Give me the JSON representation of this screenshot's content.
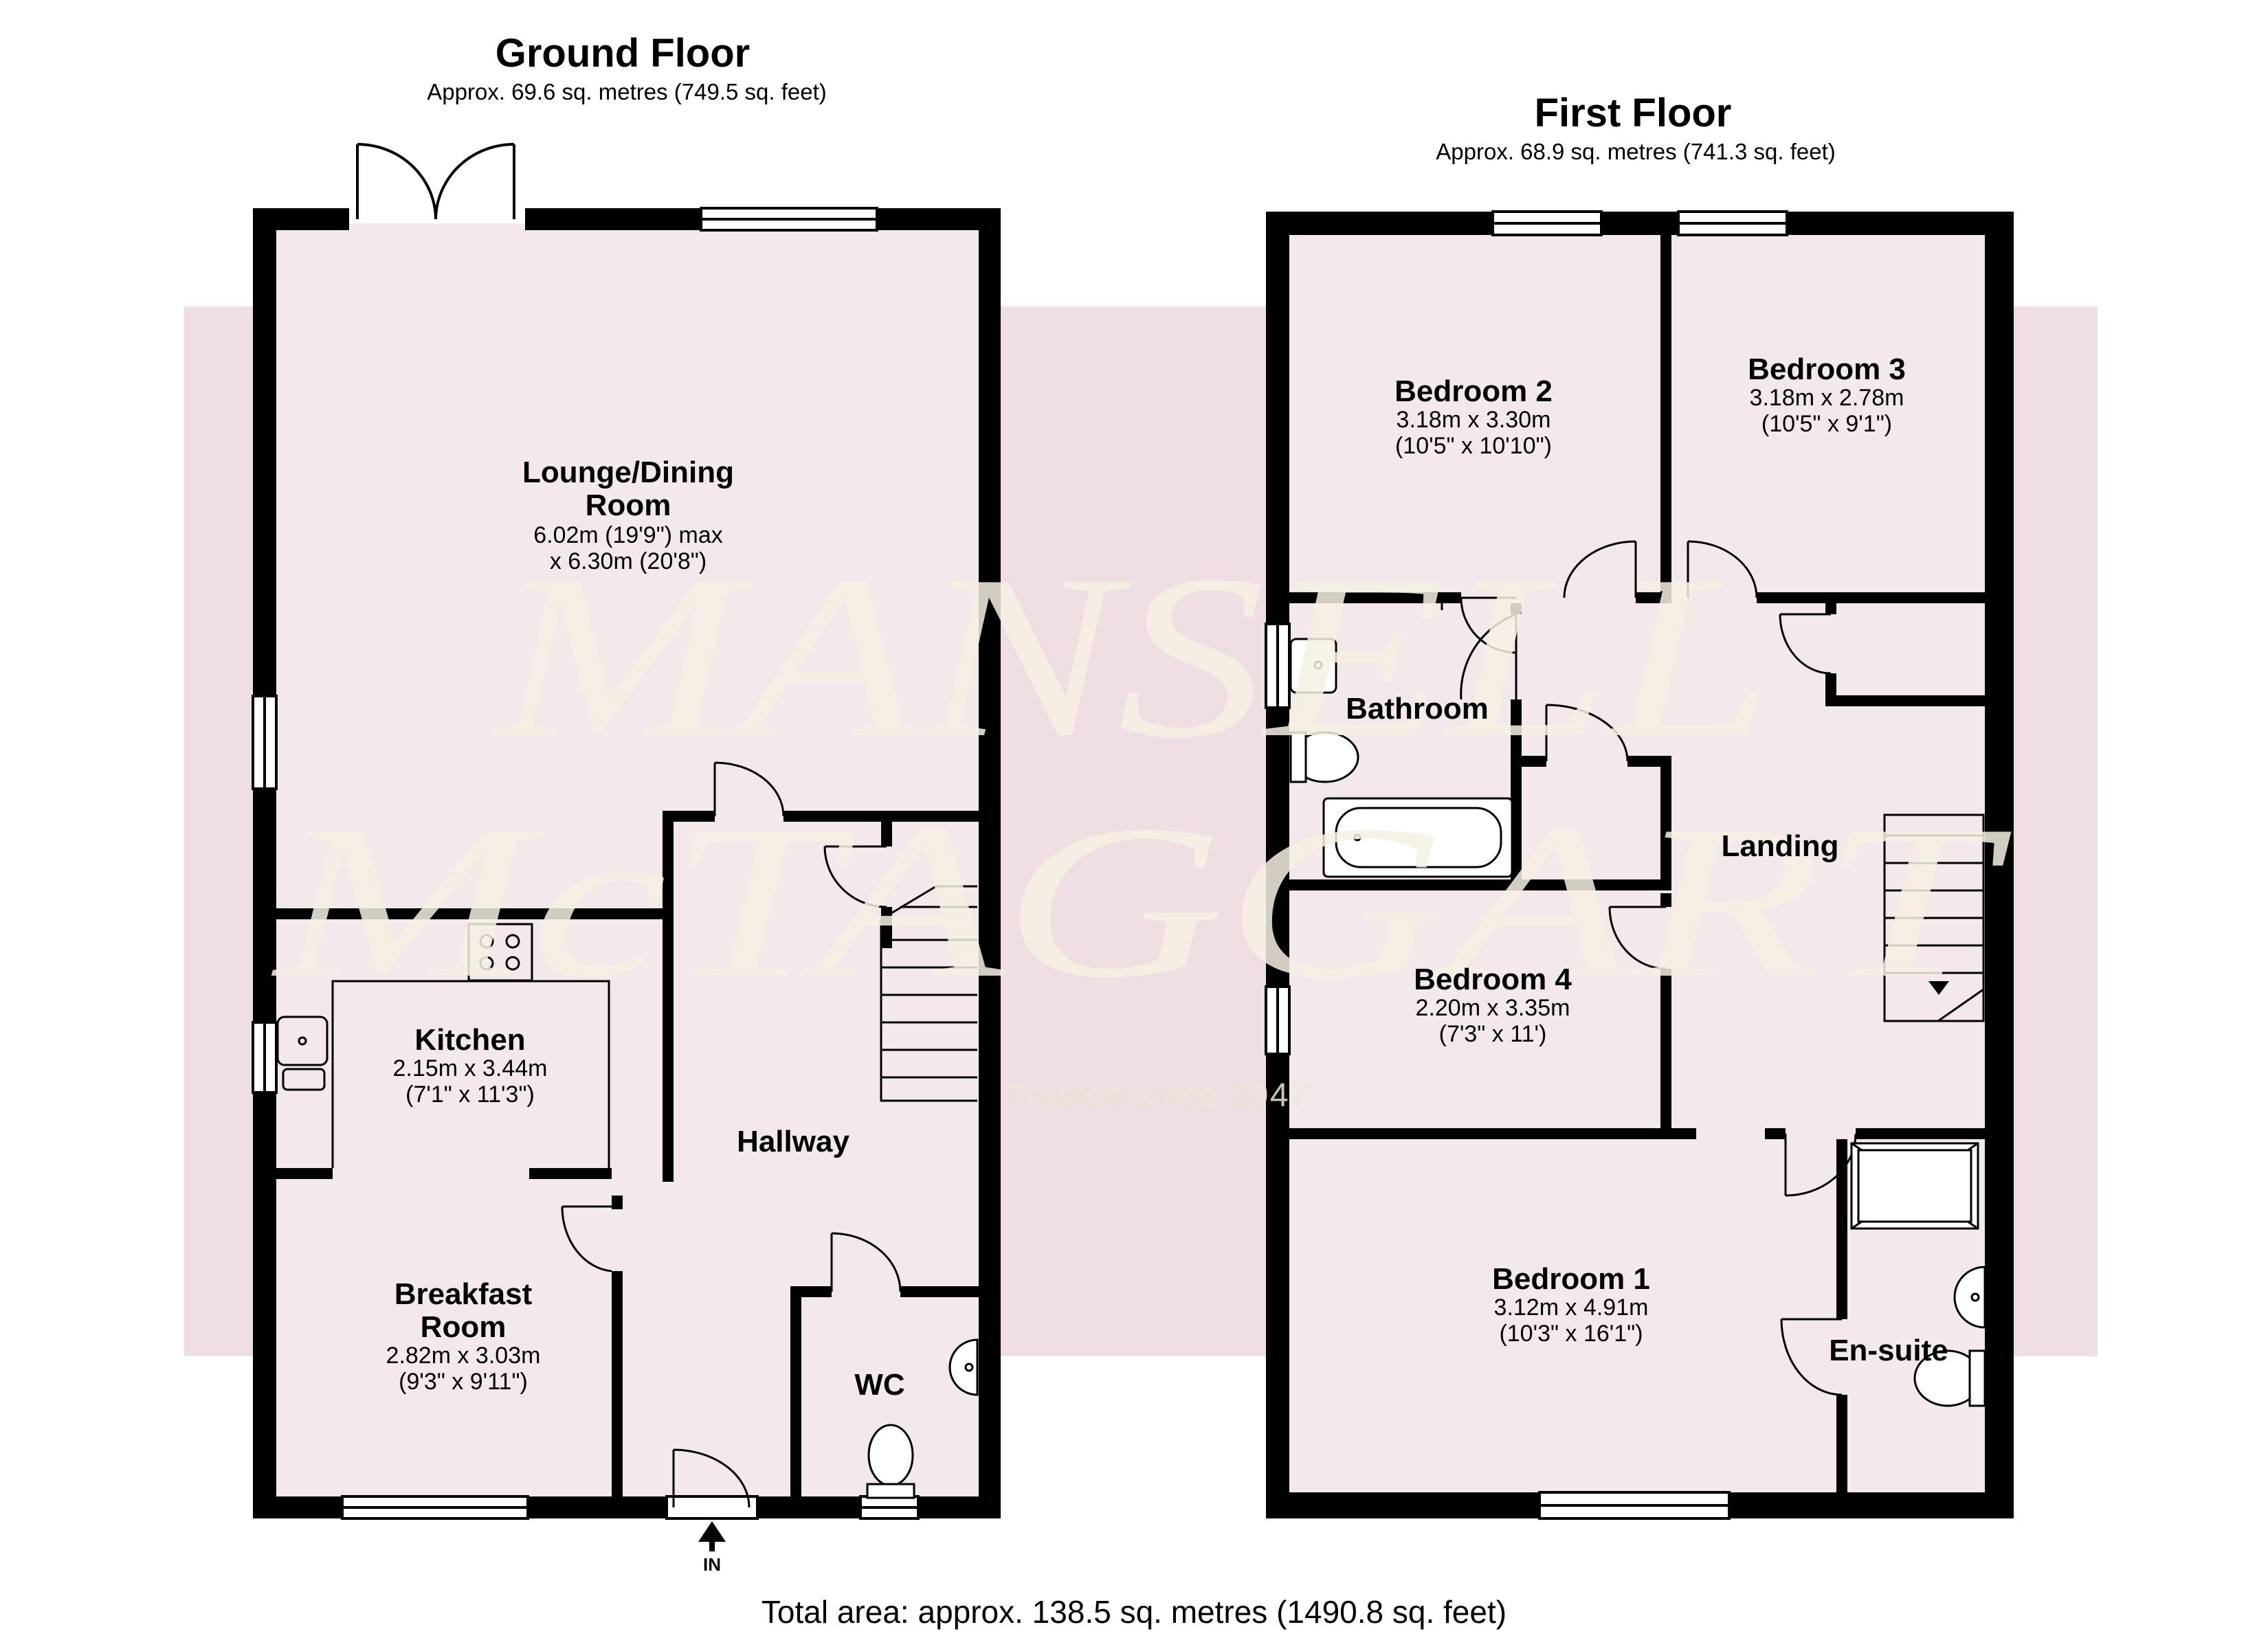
{
  "ground_floor": {
    "title": "Ground Floor",
    "area": "Approx. 69.6 sq. metres (749.5 sq. feet)",
    "rooms": {
      "lounge": {
        "name1": "Lounge/Dining",
        "name2": "Room",
        "dim1": "6.02m (19'9\") max",
        "dim2": "x 6.30m (20'8\")"
      },
      "kitchen": {
        "name": "Kitchen",
        "dim1": "2.15m x 3.44m",
        "dim2": "(7'1\" x 11'3\")"
      },
      "breakfast": {
        "name1": "Breakfast",
        "name2": "Room",
        "dim1": "2.82m x 3.03m",
        "dim2": "(9'3\" x 9'11\")"
      },
      "hallway": {
        "name": "Hallway"
      },
      "wc": {
        "name": "WC"
      }
    },
    "entrance_label": "IN"
  },
  "first_floor": {
    "title": "First Floor",
    "area": "Approx. 68.9 sq. metres (741.3 sq. feet)",
    "rooms": {
      "bedroom2": {
        "name": "Bedroom 2",
        "dim1": "3.18m x 3.30m",
        "dim2": "(10'5\" x 10'10\")"
      },
      "bedroom3": {
        "name": "Bedroom 3",
        "dim1": "3.18m x 2.78m",
        "dim2": "(10'5\" x 9'1\")"
      },
      "bathroom": {
        "name": "Bathroom"
      },
      "landing": {
        "name": "Landing"
      },
      "bedroom4": {
        "name": "Bedroom 4",
        "dim1": "2.20m x 3.35m",
        "dim2": "(7'3\" x 11')"
      },
      "bedroom1": {
        "name": "Bedroom 1",
        "dim1": "3.12m x 4.91m",
        "dim2": "(10'3\" x 16'1\")"
      },
      "ensuite": {
        "name": "En-suite"
      }
    }
  },
  "total_area": "Total area: approx. 138.5 sq. metres (1490.8 sq. feet)",
  "watermark": {
    "line1": "MANSELL",
    "line2": "McTAGGART",
    "tagline": "Trusted since 1947"
  },
  "colors": {
    "wall": "#000000",
    "room_fill": "#f3e9eb",
    "watermark_band": "#f0dfe2",
    "watermark_text": "#f7f1e6"
  }
}
